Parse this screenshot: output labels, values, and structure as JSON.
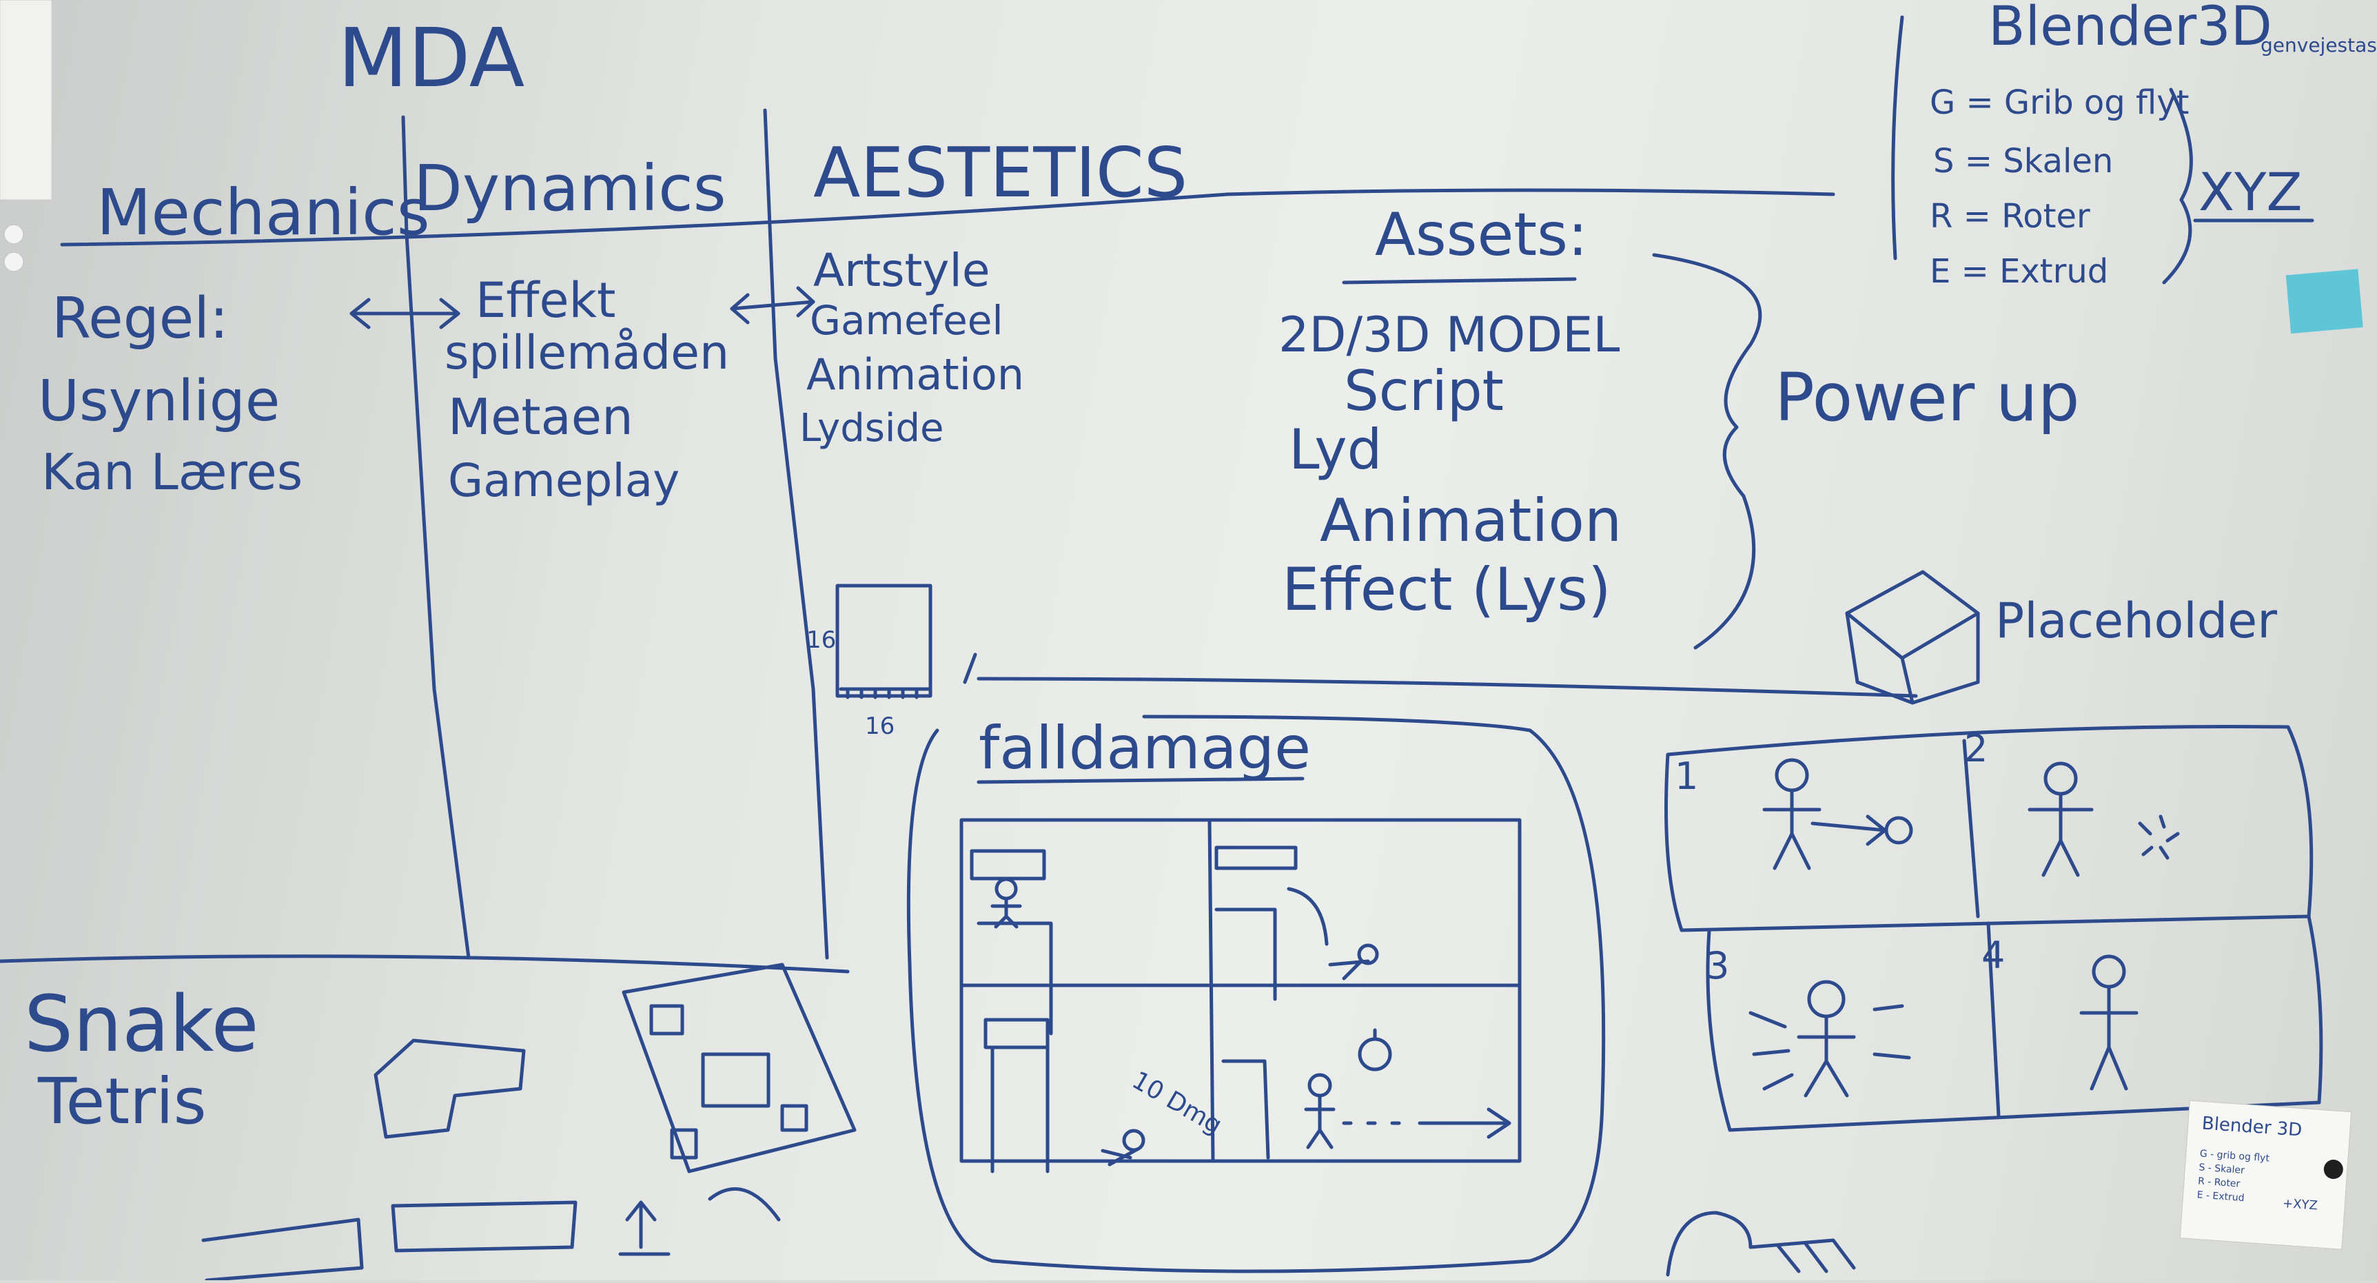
{
  "board": {
    "title": "MDA",
    "columns": {
      "mechanics": "Mechanics",
      "dynamics": "Dynamics",
      "aesthetics": "AESTETICS"
    },
    "mechanics_items": [
      "Regel:",
      "Usynlige",
      "Kan Læres"
    ],
    "dynamics_items": [
      "Effekt",
      "spillemåden",
      "Metaen",
      "Gameplay"
    ],
    "aesthetics_items": [
      "Artstyle",
      "Gamefeel",
      "Animation",
      "Lydside"
    ],
    "assets": {
      "heading": "Assets:",
      "items": [
        "2D/3D MODEL",
        "Script",
        "Lyd",
        "Animation",
        "Effect (Lys)"
      ],
      "group_label": "Power up"
    },
    "blender": {
      "title": "Blender3D",
      "subtitle": "genvejestaste",
      "shortcuts": [
        "G = Grib og flyt",
        "S = Skalen",
        "R = Roter",
        "E = Extrud"
      ],
      "axes": "XYZ"
    },
    "placeholder_label": "Placeholder",
    "cube_dims": [
      "16",
      "16"
    ],
    "falldamage": {
      "title": "falldamage",
      "damage_text": "10 Dmg"
    },
    "storyboard_panels": [
      "1",
      "2",
      "3",
      "4"
    ],
    "games": [
      "Snake",
      "Tetris"
    ],
    "sticky_note": {
      "title": "Blender 3D",
      "lines": [
        "G - grib og flyt",
        "S - Skaler",
        "R - Roter",
        "E - Extrud"
      ],
      "axes": "+XYZ"
    }
  },
  "colors": {
    "ink": "#2c4a8c",
    "board": "#e6e8e5",
    "sticky": "#5fc6d8"
  }
}
